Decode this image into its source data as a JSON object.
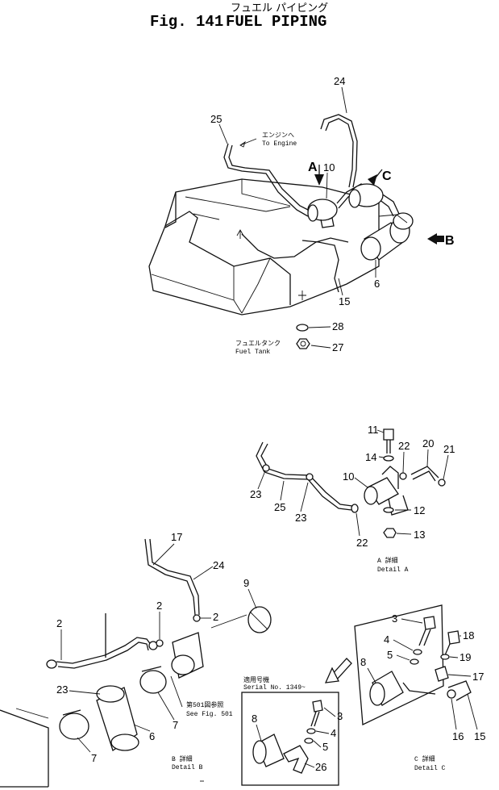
{
  "title": {
    "jp": "フュエル パイピング",
    "fig": "Fig. 141",
    "main": "FUEL PIPING"
  },
  "notes": {
    "engine_jp": "エンジンへ",
    "engine_en": "To Engine",
    "tank_jp": "フュエルタンク",
    "tank_en": "Fuel Tank",
    "serial_jp": "適用号機",
    "serial_en": "Serial No. 1349~",
    "see_fig_jp": "第501図参照",
    "see_fig_en": "See Fig. 501"
  },
  "views": {
    "A": "A",
    "B": "B",
    "C": "C"
  },
  "details": {
    "a_jp": "A 詳細",
    "a_en": "Detail A",
    "b_jp": "B 詳細",
    "b_en": "Detail B",
    "c_jp": "C 詳細",
    "c_en": "Detail C"
  },
  "callouts": {
    "main": [
      "24",
      "25",
      "10",
      "6",
      "15",
      "28",
      "27"
    ],
    "detail_a": [
      "11",
      "14",
      "22",
      "20",
      "21",
      "10",
      "23",
      "25",
      "23",
      "12",
      "22",
      "13"
    ],
    "detail_b": [
      "17",
      "24",
      "9",
      "2",
      "2",
      "2",
      "23",
      "6",
      "7",
      "7"
    ],
    "detail_c": [
      "3",
      "4",
      "5",
      "8",
      "18",
      "19",
      "17",
      "16",
      "15"
    ],
    "serial_box": [
      "8",
      "3",
      "4",
      "5",
      "26"
    ]
  }
}
